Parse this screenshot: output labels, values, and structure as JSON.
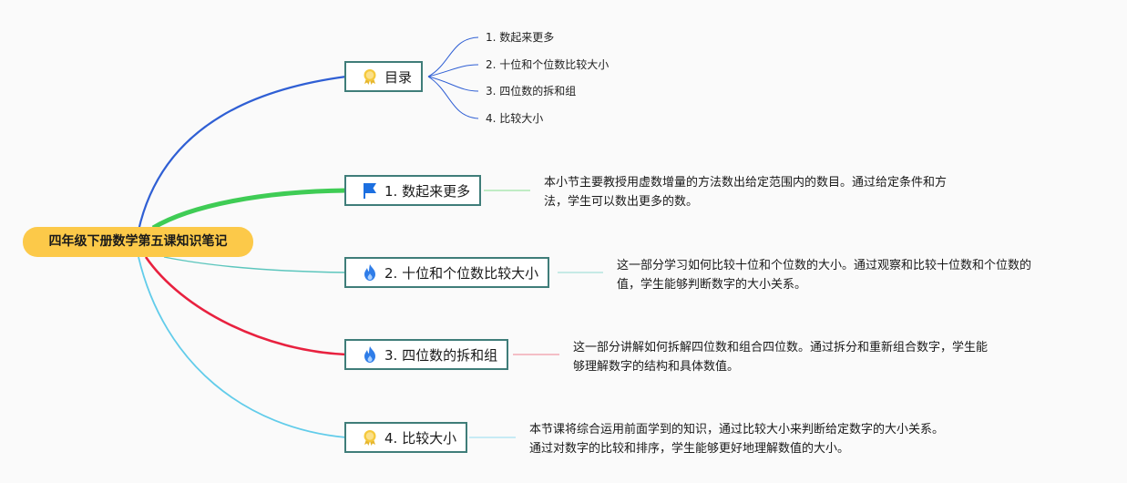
{
  "root": {
    "label": "四年级下册数学第五课知识笔记"
  },
  "branches": [
    {
      "id": "toc",
      "label": "目录",
      "icon": "award-medal-icon",
      "color": "#2f5fd4",
      "children": [
        "1. 数起来更多",
        "2. 十位和个位数比较大小",
        "3. 四位数的拆和组",
        "4. 比较大小"
      ]
    },
    {
      "id": "b1",
      "label": "1. 数起来更多",
      "icon": "blue-flag-icon",
      "color": "#3fcc55",
      "desc_lines": [
        "本小节主要教授用虚数增量的方法数出给定范围内的数目。通过给定条件和方",
        "法，学生可以数出更多的数。"
      ]
    },
    {
      "id": "b2",
      "label": "2. 十位和个位数比较大小",
      "icon": "fire-icon",
      "color": "#5cc6bd",
      "desc_lines": [
        "这一部分学习如何比较十位和个位数的大小。通过观察和比较十位数和个位数的",
        "值，学生能够判断数字的大小关系。"
      ]
    },
    {
      "id": "b3",
      "label": "3. 四位数的拆和组",
      "icon": "fire-icon",
      "color": "#e8213f",
      "desc_lines": [
        "这一部分讲解如何拆解四位数和组合四位数。通过拆分和重新组合数字，学生能",
        "够理解数字的结构和具体数值。"
      ]
    },
    {
      "id": "b4",
      "label": "4. 比较大小",
      "icon": "award-medal-icon",
      "color": "#62ccea",
      "desc_lines": [
        "本节课将综合运用前面学到的知识，通过比较大小来判断给定数字的大小关系。",
        "通过对数字的比较和排序，学生能够更好地理解数值的大小。"
      ]
    }
  ]
}
